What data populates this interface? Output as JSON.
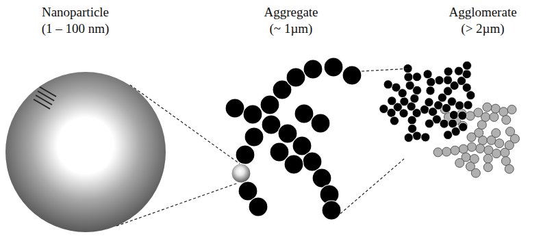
{
  "diagram": {
    "nodes": [
      {
        "text": [
          "Nanoparticle",
          "(1 – 100 nm)"
        ]
      },
      {
        "text": [
          "Aggregate",
          "(~ 1µm)"
        ]
      },
      {
        "text": [
          "Agglomerate",
          "(> 2µm)"
        ]
      }
    ]
  }
}
